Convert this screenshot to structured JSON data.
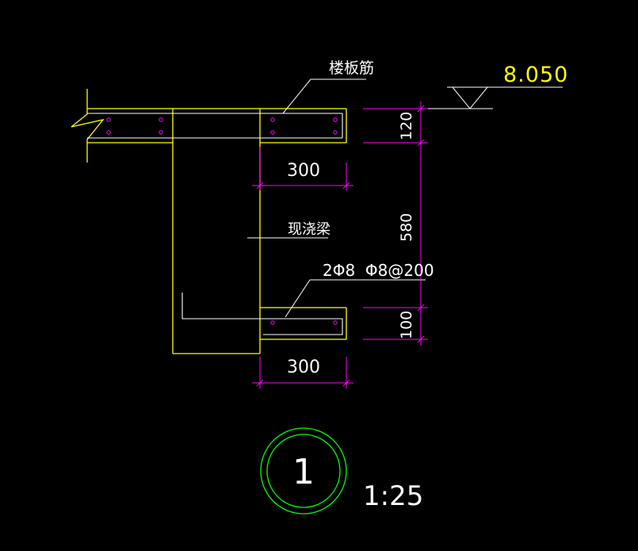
{
  "drawing": {
    "elevation_value": "8.050",
    "slab_rebar_label": "楼板筋",
    "beam_label": "现浇梁",
    "rebar_spec_label": "2Φ8  Φ8@200",
    "dim_top_width": "300",
    "dim_bottom_width": "300",
    "dim_slab_thickness": "120",
    "dim_beam_height": "580",
    "dim_bottom_thickness": "100",
    "detail_number": "1",
    "scale": "1:25"
  },
  "colors": {
    "background": "#000000",
    "outline": "#ffff00",
    "rebar": "#ffffff",
    "rebar_dots": "#ff00ff",
    "dimension": "#ff00ff",
    "text": "#ffffff",
    "elevation_text": "#ffff00",
    "detail_circle": "#00ff00"
  }
}
